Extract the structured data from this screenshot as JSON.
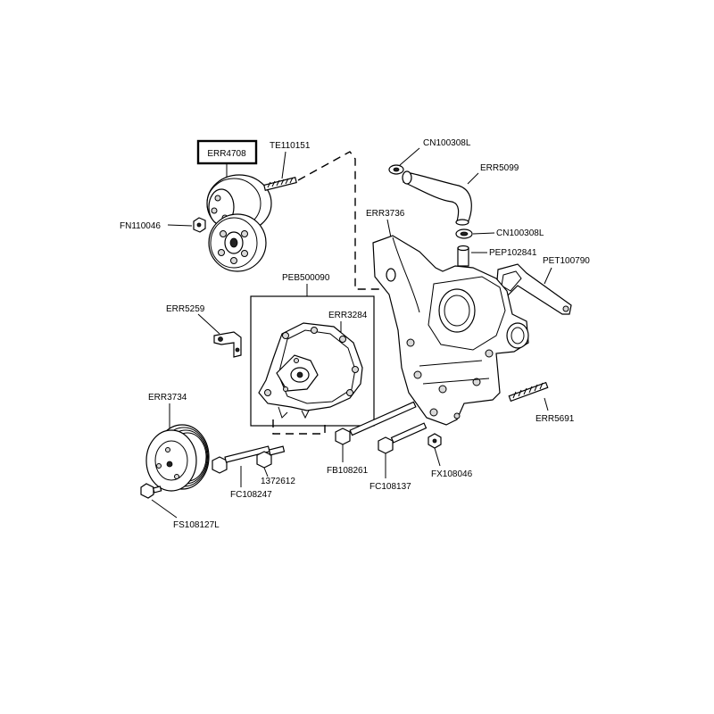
{
  "highlighted_part": "ERR4708",
  "labels": {
    "err4708": "ERR4708",
    "te110151": "TE110151",
    "fn110046": "FN110046",
    "cn100308l_top": "CN100308L",
    "err5099": "ERR5099",
    "err3736": "ERR3736",
    "cn100308l_mid": "CN100308L",
    "pep102841": "PEP102841",
    "pet100790": "PET100790",
    "peb500090": "PEB500090",
    "err5259": "ERR5259",
    "err3284": "ERR3284",
    "err3734": "ERR3734",
    "err5691": "ERR5691",
    "fb108261": "FB108261",
    "fc108137": "FC108137",
    "fx108046": "FX108046",
    "n1372612": "1372612",
    "fc108247": "FC108247",
    "fs108127l": "FS108127L"
  }
}
